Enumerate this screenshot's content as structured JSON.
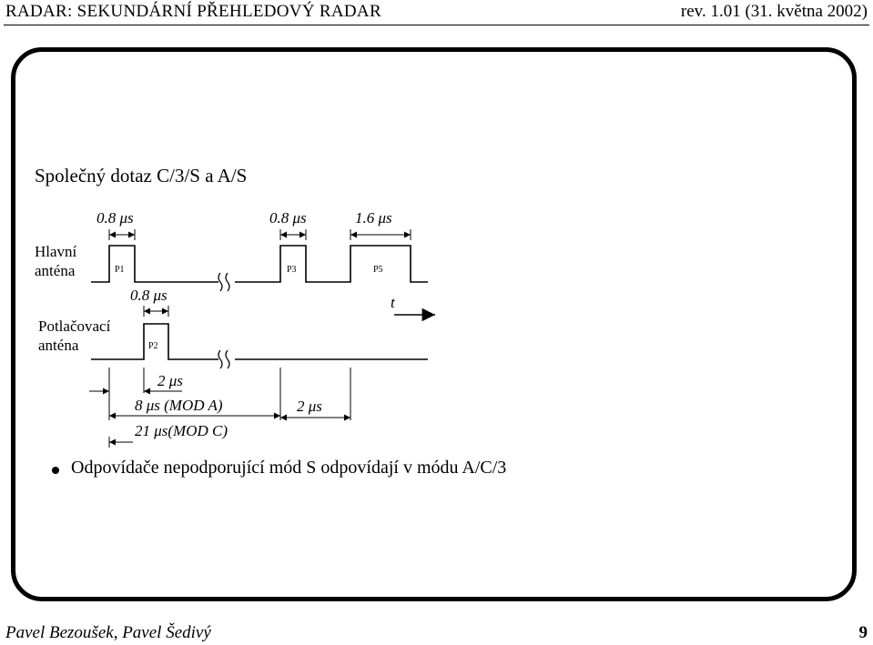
{
  "header": {
    "title": "RADAR: SEKUNDÁRNÍ PŘEHLEDOVÝ RADAR",
    "revision": "rev. 1.01 (31. května 2002)"
  },
  "slide": {
    "title": "Společný dotaz C/3/S a A/S",
    "diagram": {
      "main_antenna_label": [
        "Hlavní",
        "anténa"
      ],
      "suppression_antenna_label": [
        "Potlačovací",
        "anténa"
      ],
      "pulses": [
        "P1",
        "P2",
        "P3",
        "P5"
      ],
      "timings": {
        "p1_width": "0.8 μs",
        "p3_width": "0.8 μs",
        "p5_width": "1.6 μs",
        "p2_width": "0.8 μs",
        "p1_p2_gap": "2 μs",
        "mode_a": "8 μs (MOD A)",
        "mode_c": "21 μs(MOD C)",
        "p3_p5_gap": "2 μs"
      },
      "time_axis": "t"
    },
    "bullet": "Odpovídače nepodporující mód S odpovídají v módu A/C/3"
  },
  "footer": {
    "authors": "Pavel Bezoušek, Pavel Šedivý",
    "page_number": "9"
  }
}
